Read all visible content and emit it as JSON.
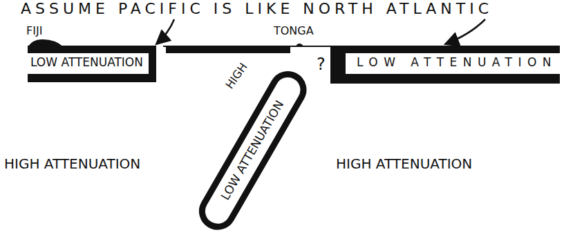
{
  "diagram": {
    "nodes": [
      {
        "text": [
          "LOW ATTENUATION"
        ]
      },
      {
        "text": [
          "LOW ATTENUATION"
        ]
      },
      {
        "text": [
          "LOW ATTENUATION"
        ]
      }
    ],
    "labels": [
      "ASSUME PACIFIC IS LIKE NORTH ATLANTIC",
      "FIJI",
      "TONGA",
      "HIGH",
      "?",
      "HIGH ATTENUATION",
      "HIGH ATTENUATION"
    ]
  }
}
